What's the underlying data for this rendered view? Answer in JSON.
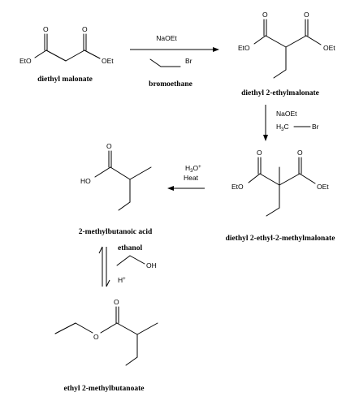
{
  "compounds": {
    "malonate": {
      "name": "diethyl malonate",
      "labels": {
        "o1": "O",
        "o2": "O",
        "left": "EtO",
        "right": "OEt"
      }
    },
    "ethylmalonate": {
      "name": "diethyl 2-ethylmalonate",
      "labels": {
        "o1": "O",
        "o2": "O",
        "left": "EtO",
        "right": "OEt"
      }
    },
    "methylmalonate": {
      "name": "diethyl 2-ethyl-2-methylmalonate",
      "labels": {
        "o1": "O",
        "o2": "O",
        "left": "EtO",
        "right": "OEt"
      }
    },
    "acid": {
      "name": "2-methylbutanoic acid",
      "labels": {
        "o": "O",
        "ho": "HO"
      }
    },
    "ester": {
      "name": "ethyl 2-methylbutanoate",
      "labels": {
        "o1": "O",
        "o2": "O"
      }
    }
  },
  "reagents": {
    "step1_top": "NaOEt",
    "step1_br": "Br",
    "step1_bottom": "bromoethane",
    "step2_top": "NaOEt",
    "step2_h3c": "H",
    "step2_h3c_sub": "3",
    "step2_h3c_c": "C",
    "step2_br": "Br",
    "step3_h3o": "H",
    "step3_h3o_sub": "3",
    "step3_h3o_o": "O",
    "step3_h3o_sup": "+",
    "step3_heat": "Heat",
    "step4_ethanol": "ethanol",
    "step4_oh": "OH",
    "step4_h": "H",
    "step4_h_sup": "+"
  }
}
